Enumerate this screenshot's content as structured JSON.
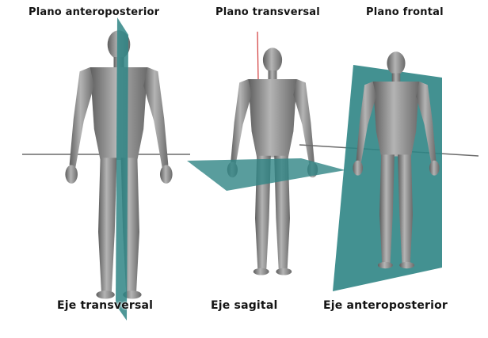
{
  "planes": {
    "anteroposterior": "Plano anteroposterior",
    "transversal": "Plano transversal",
    "frontal": "Plano frontal"
  },
  "axes": {
    "transversal": "Eje transversal",
    "sagital": "Eje sagital",
    "anteroposterior": "Eje anteroposterior"
  },
  "colors": {
    "plane": "#2f8585",
    "axis_line": "#6a6a6a",
    "axis_highlight": "#d23a3a",
    "figure": "#8e8e8e"
  }
}
